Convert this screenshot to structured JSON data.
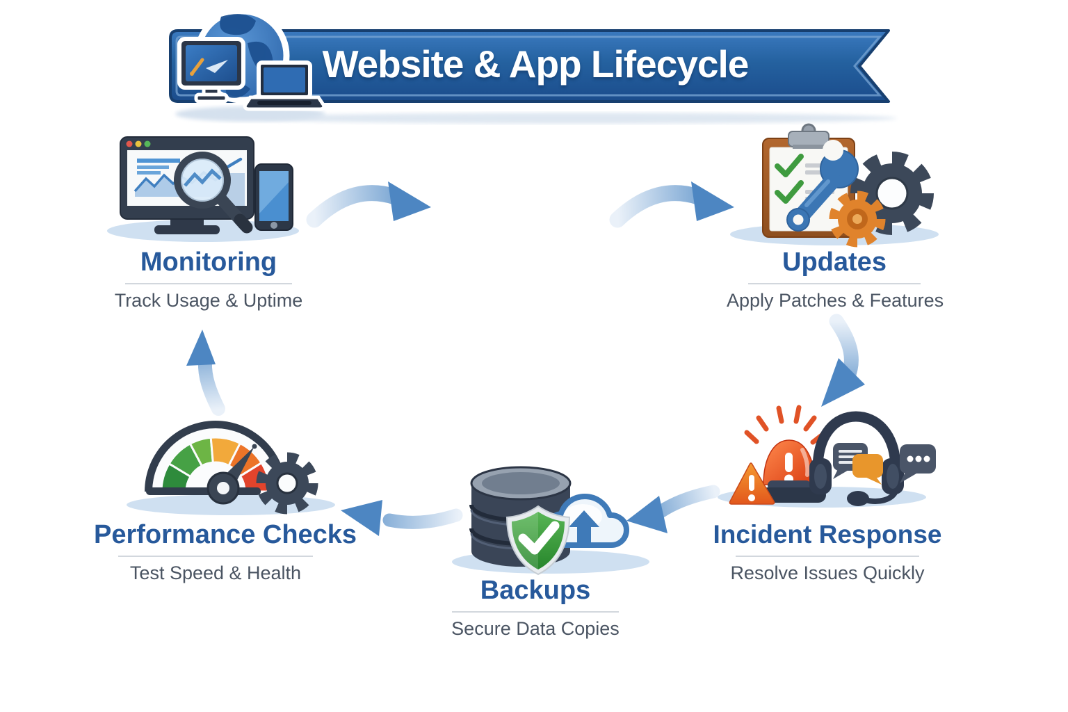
{
  "banner": {
    "title": "Website & App Lifecycle",
    "bg_color": "#24619f",
    "icon": "globe-with-devices"
  },
  "stages": [
    {
      "id": "monitoring",
      "title": "Monitoring",
      "subtitle": "Track Usage & Uptime",
      "icon": "monitor-chart-magnifier-phone-icon"
    },
    {
      "id": "updates",
      "title": "Updates",
      "subtitle": "Apply Patches & Features",
      "icon": "clipboard-wrench-gears-icon"
    },
    {
      "id": "incident_response",
      "title": "Incident Response",
      "subtitle": "Resolve Issues Quickly",
      "icon": "siren-warning-headset-chat-icon"
    },
    {
      "id": "backups",
      "title": "Backups",
      "subtitle": "Secure Data Copies",
      "icon": "database-shield-cloud-upload-icon"
    },
    {
      "id": "performance_checks",
      "title": "Performance Checks",
      "subtitle": "Test Speed & Health",
      "icon": "speed-gauge-gear-icon"
    }
  ],
  "flow_arrows": [
    {
      "from": "monitoring",
      "to": "updates"
    },
    {
      "from": "updates",
      "to": "incident_response"
    },
    {
      "from": "incident_response",
      "to": "backups"
    },
    {
      "from": "backups",
      "to": "performance_checks"
    },
    {
      "from": "performance_checks",
      "to": "monitoring"
    }
  ],
  "colors": {
    "banner_blue": "#24619f",
    "title_blue": "#27599b",
    "subtitle_gray": "#4a5462",
    "arrow_blue": "#4d86c2",
    "shadow_blue": "#cfe0f1",
    "alert_red": "#e2442c",
    "ok_green": "#3f9b3f",
    "gear_orange": "#e0832c"
  }
}
